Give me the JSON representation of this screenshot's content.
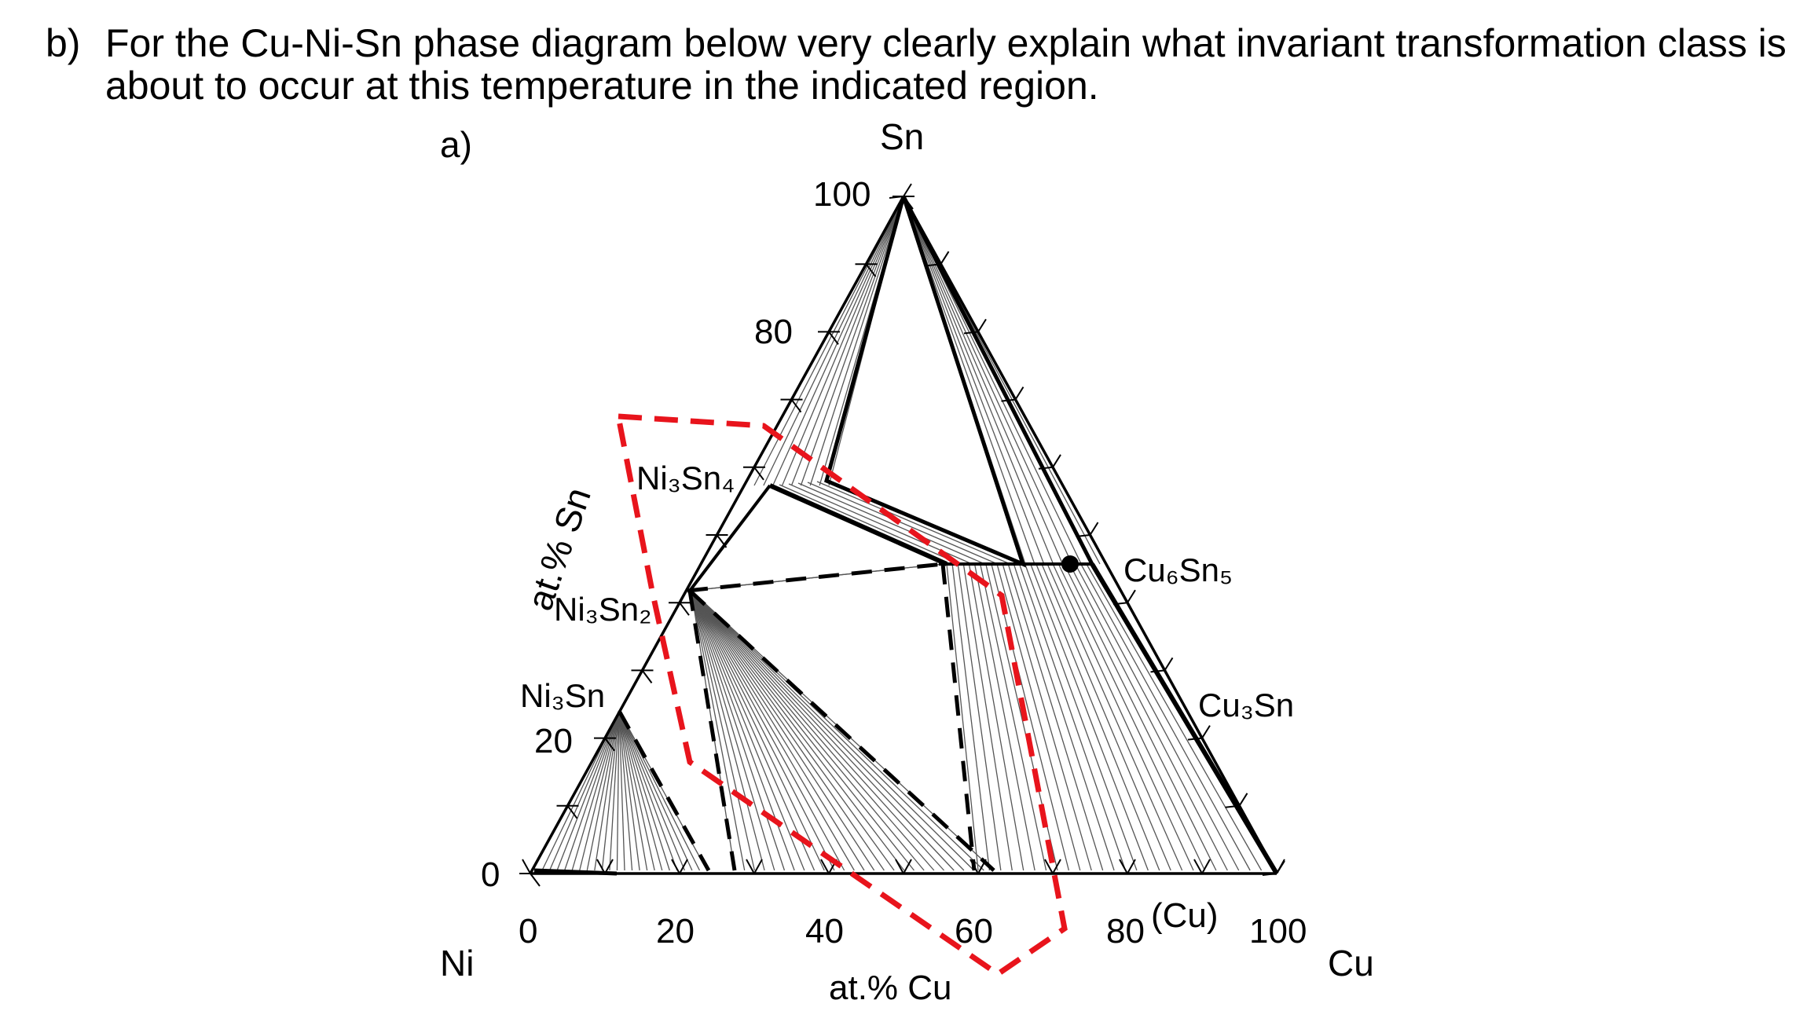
{
  "question": {
    "label": "b)",
    "text": "For the Cu-Ni-Sn phase diagram below very clearly explain what invariant transformation class is about to occur at this temperature in the indicated region."
  },
  "figure": {
    "panel_label": "a)",
    "apex_top": "Sn",
    "apex_left": "Ni",
    "apex_right": "Cu",
    "axis_bottom_label": "at.% Cu",
    "axis_left_label": "at.% Sn",
    "bottom_ticks": [
      "0",
      "20",
      "40",
      "60",
      "80",
      "100"
    ],
    "left_ticks": [
      "0",
      "20",
      "80",
      "100"
    ],
    "cu_solution_label": "(Cu)",
    "phases": {
      "ni3sn4": "Ni₃Sn₄",
      "ni3sn2": "Ni₃Sn₂",
      "ni3sn": "Ni₃Sn",
      "cu6sn5": "Cu₆Sn₅",
      "cu3sn": "Cu₃Sn"
    },
    "highlight_color": "#e8141c"
  }
}
